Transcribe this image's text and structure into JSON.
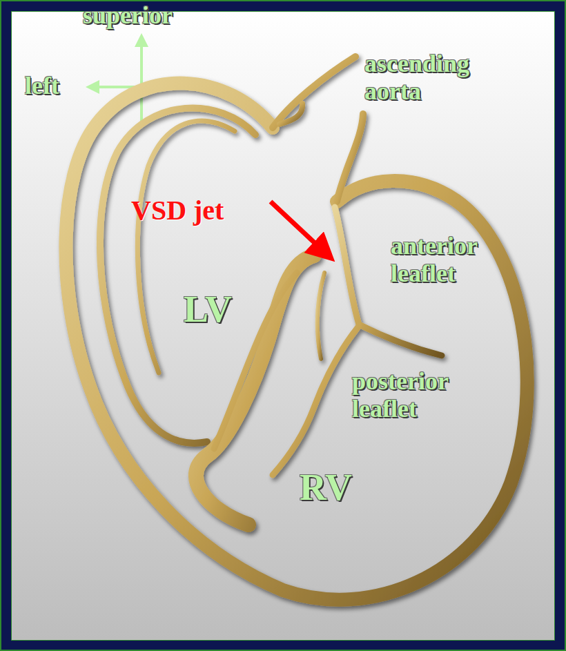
{
  "diagram": {
    "labels": [
      "superior",
      "left",
      "ascending aorta",
      "VSD jet",
      "anterior leaflet",
      "posterior leaflet",
      "LV",
      "RV"
    ]
  }
}
